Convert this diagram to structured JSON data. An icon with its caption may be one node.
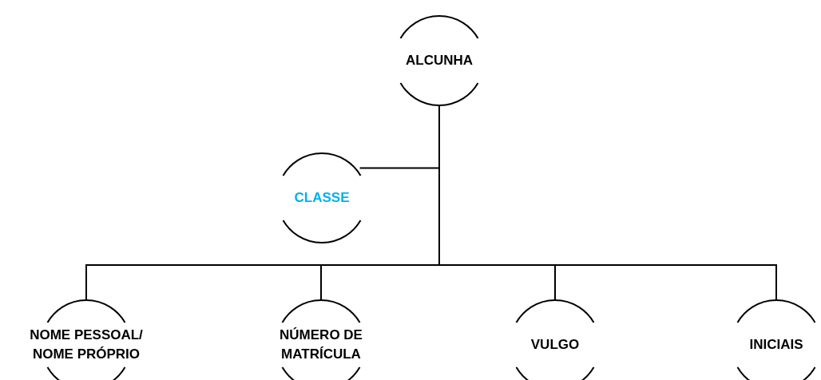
{
  "diagram": {
    "nodes": [
      {
        "text": [
          "ALCUNHA"
        ]
      },
      {
        "text": [
          "CLASSE"
        ]
      },
      {
        "text": [
          "NOME PESSOAL/ NOME PRÓPRIO"
        ]
      },
      {
        "text": [
          "NÚMERO DE MATRÍCULA"
        ]
      },
      {
        "text": [
          "VULGO"
        ]
      },
      {
        "text": [
          "INICIAIS"
        ]
      }
    ],
    "edges": [
      {
        "from": 0,
        "to": 1,
        "arrow": "none"
      },
      {
        "from": 0,
        "to": 2,
        "arrow": "none"
      },
      {
        "from": 0,
        "to": 3,
        "arrow": "none"
      },
      {
        "from": 0,
        "to": 4,
        "arrow": "none"
      },
      {
        "from": 0,
        "to": 5,
        "arrow": "none"
      }
    ]
  }
}
